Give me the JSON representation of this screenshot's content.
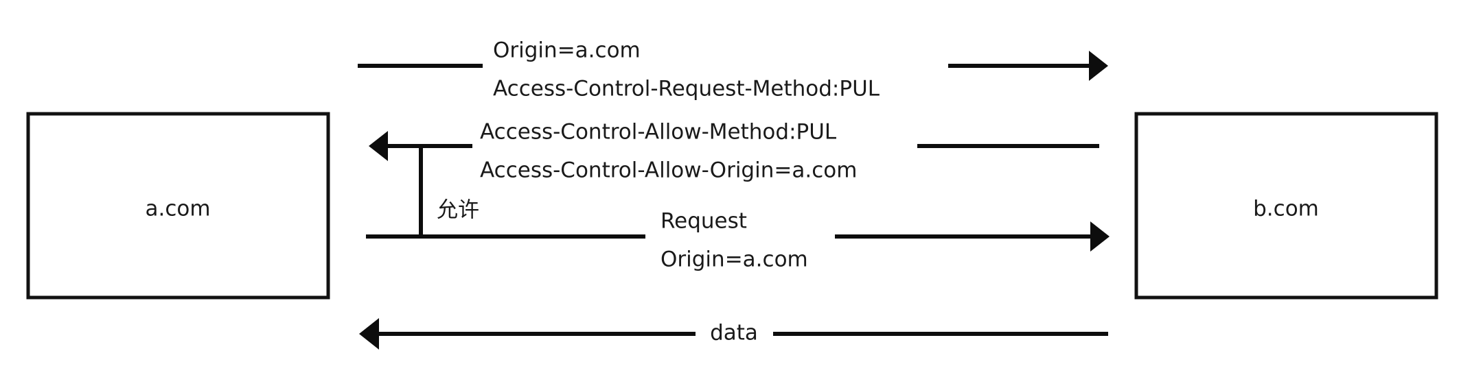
{
  "diagram": {
    "title": "CORS preflight request flow between a.com and b.com",
    "background_color": "#ffffff",
    "stroke_color": "#0d0d0d",
    "text_color": "#1a1a1a",
    "nodes": [
      {
        "id": "left-node",
        "label": "a.com"
      },
      {
        "id": "right-node",
        "label": "b.com"
      }
    ],
    "flows": [
      {
        "id": "preflight-request",
        "direction": "left-to-right",
        "labels": [
          "Origin=a.com",
          "Access-Control-Request-Method:PUL"
        ]
      },
      {
        "id": "preflight-response",
        "direction": "right-to-left",
        "labels": [
          "Access-Control-Allow-Method:PUL",
          "Access-Control-Allow-Origin=a.com"
        ]
      },
      {
        "id": "actual-request",
        "direction": "left-to-right",
        "labels": [
          "Request",
          "Origin=a.com"
        ]
      },
      {
        "id": "data-response",
        "direction": "right-to-left",
        "labels": [
          "data"
        ]
      }
    ],
    "annotations": [
      {
        "id": "allow-annotation",
        "label": "允许"
      }
    ]
  }
}
